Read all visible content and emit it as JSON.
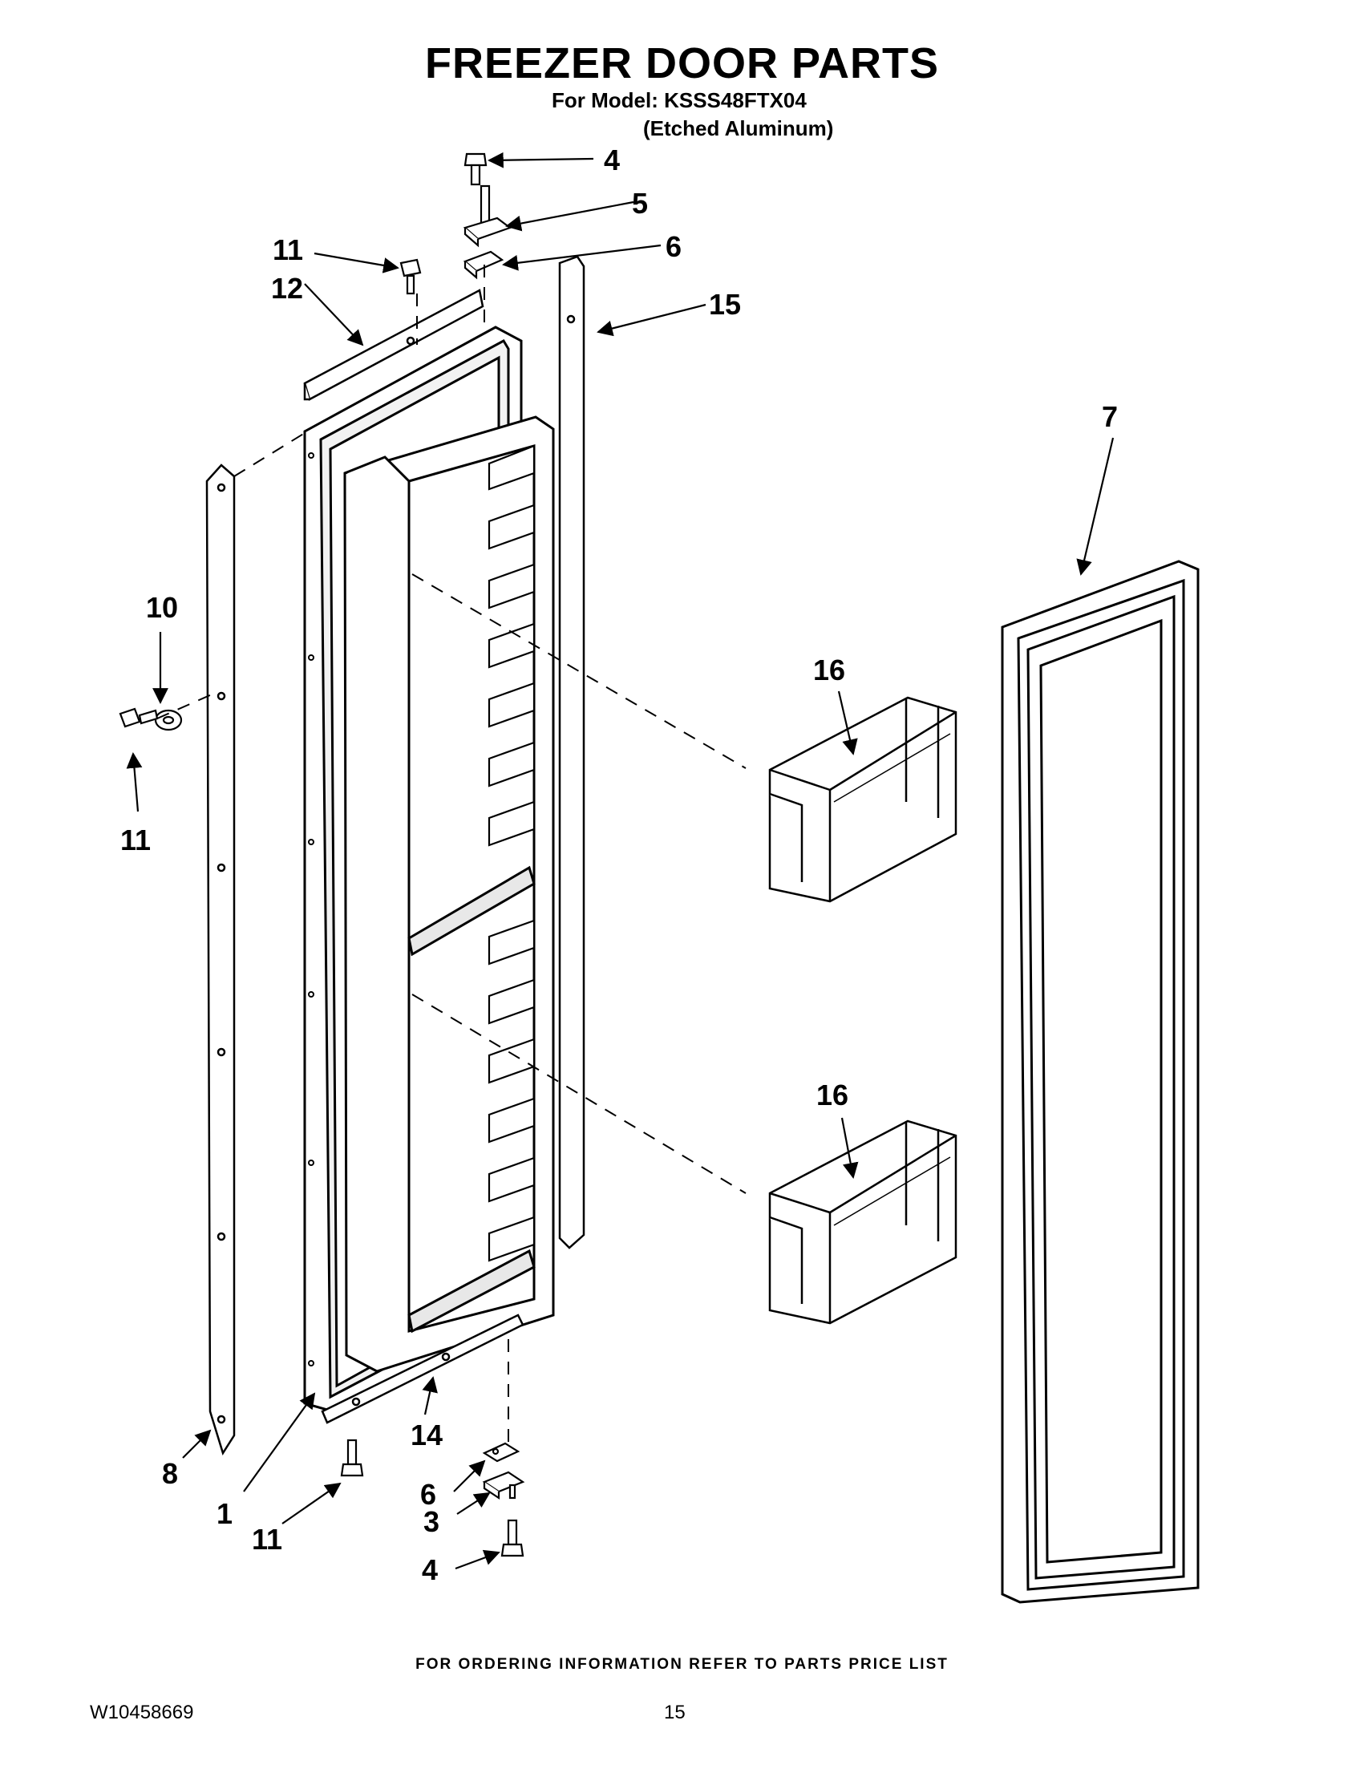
{
  "header": {
    "title": "FREEZER DOOR PARTS",
    "model_line": "For Model: KSSS48FTX04",
    "finish_line": "(Etched Aluminum)"
  },
  "callouts": {
    "c1": "1",
    "c3": "3",
    "c4_top": "4",
    "c4_bottom": "4",
    "c5": "5",
    "c6_top": "6",
    "c6_bottom": "6",
    "c7": "7",
    "c8": "8",
    "c10": "10",
    "c11_top": "11",
    "c11_left": "11",
    "c11_bottom": "11",
    "c12": "12",
    "c14": "14",
    "c15": "15",
    "c16_top": "16",
    "c16_bottom": "16"
  },
  "footer": {
    "ordering_note": "FOR ORDERING INFORMATION REFER TO PARTS PRICE LIST",
    "doc_number": "W10458669",
    "page_number": "15"
  },
  "colors": {
    "line": "#000000",
    "fill": "#ffffff",
    "shade": "#d9d9d9"
  }
}
